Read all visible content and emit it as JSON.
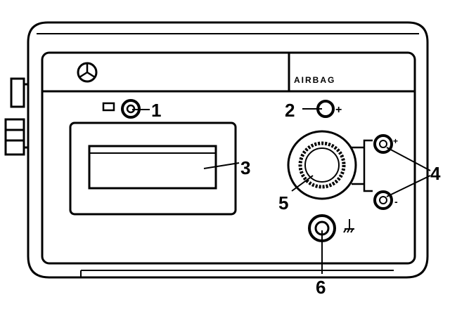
{
  "panel": {
    "brand_label": "AIRBAG",
    "logo": "mercedes-star-logo"
  },
  "callouts": {
    "c1": "1",
    "c2": "2",
    "c3": "3",
    "c4": "4",
    "c5": "5",
    "c6": "6"
  },
  "signs": {
    "socket2_plus": "+",
    "jack_top_plus": "+",
    "jack_bottom_minus": "-"
  },
  "colors": {
    "ink": "#000000",
    "paper": "#ffffff"
  }
}
